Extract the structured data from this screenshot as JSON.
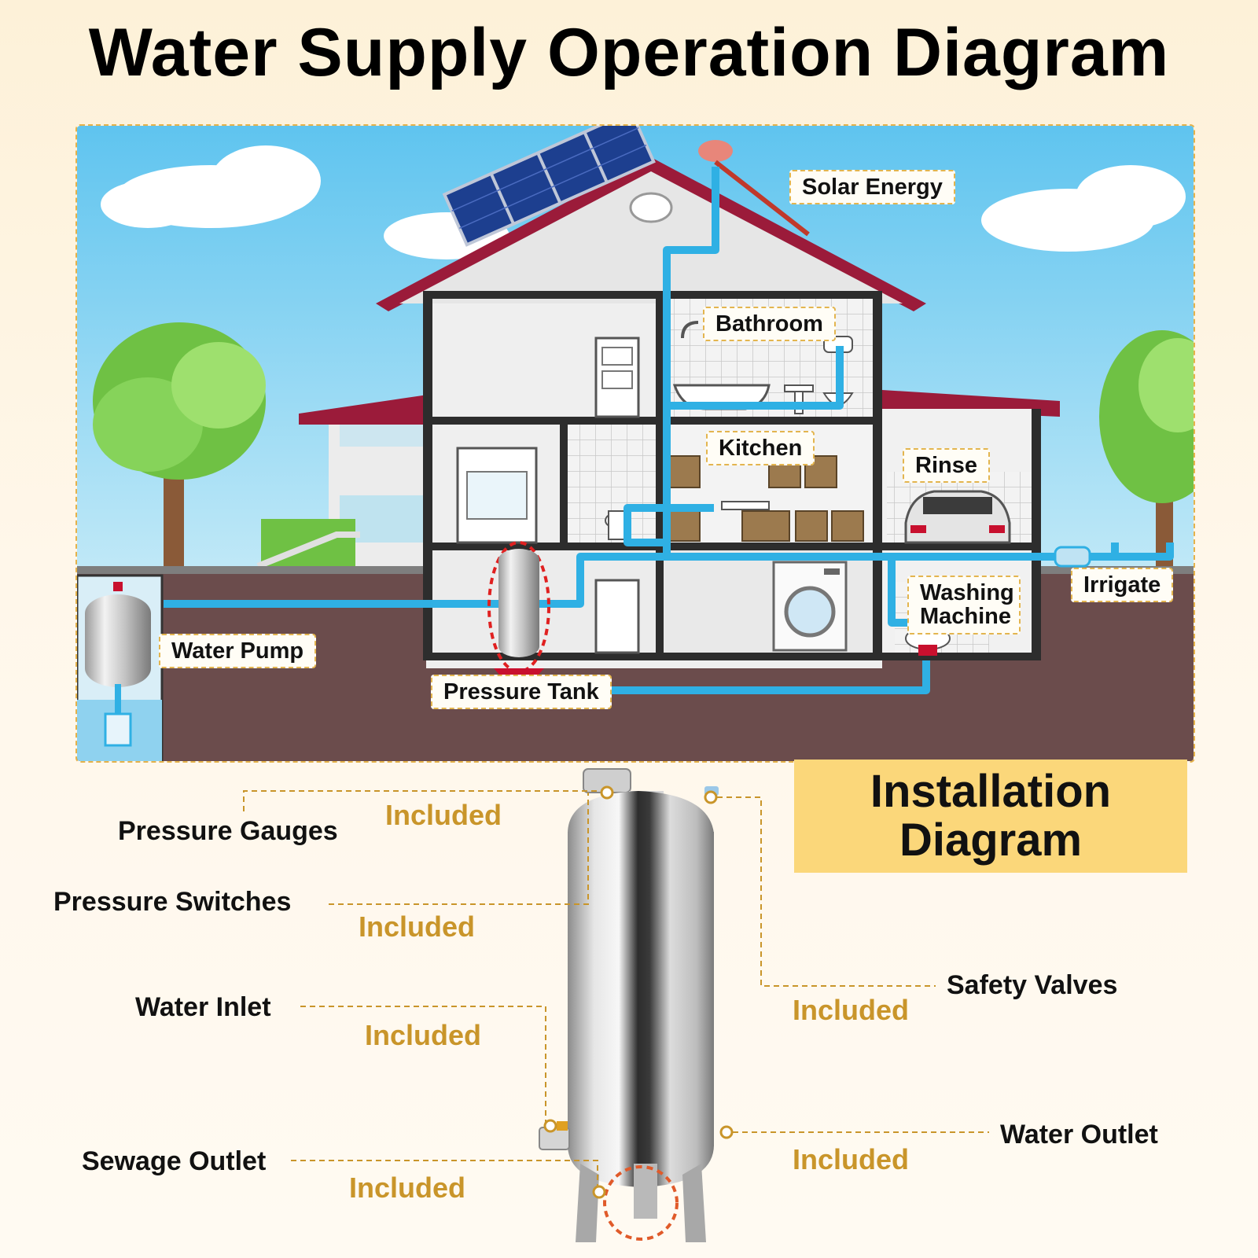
{
  "title": "Water Supply Operation Diagram",
  "scene": {
    "labels": {
      "solar": "Solar Energy",
      "bathroom": "Bathroom",
      "kitchen": "Kitchen",
      "rinse": "Rinse",
      "washing": "Washing Machine",
      "irrigate": "Irrigate",
      "pump": "Water Pump",
      "tank": "Pressure Tank"
    }
  },
  "installation": {
    "title_line1": "Installation",
    "title_line2": "Diagram"
  },
  "parts": {
    "included": "Included",
    "pressure_gauges": "Pressure Gauges",
    "pressure_switches": "Pressure Switches",
    "water_inlet": "Water Inlet",
    "sewage_outlet": "Sewage Outlet",
    "safety_valves": "Safety Valves",
    "water_outlet": "Water Outlet"
  },
  "colors": {
    "pipe": "#2fb0e4",
    "roof": "#9b1b3a",
    "ground": "#6b4c4c",
    "accent_text": "#c9952a",
    "label_border": "#e3b54f",
    "install_box": "#fbd77a"
  }
}
